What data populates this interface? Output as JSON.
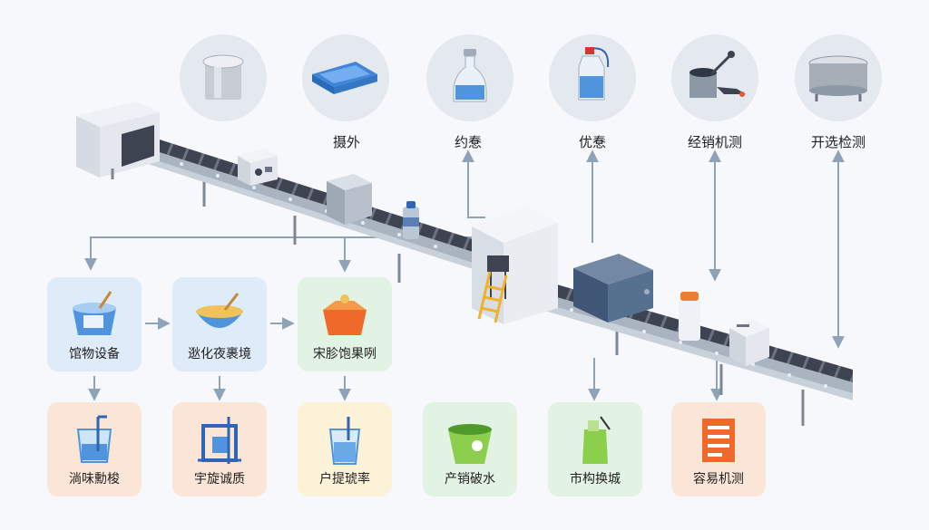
{
  "top_stations": [
    {
      "label": "摄外",
      "icon": "pot-icon"
    },
    {
      "label": "约惷",
      "icon": "tray-icon"
    },
    {
      "label": "优惷",
      "icon": "bottle-icon"
    },
    {
      "label": "经销机测",
      "icon": "jug-icon"
    },
    {
      "label": "开选检测",
      "icon": "stirring-vessel-icon"
    },
    {
      "label": "",
      "icon": "cooking-pot-icon"
    }
  ],
  "mid_cards": [
    {
      "label": "馆物设备",
      "icon": "mixing-bucket-icon"
    },
    {
      "label": "逖化夜裹境",
      "icon": "mixing-bowl-icon"
    },
    {
      "label": "宋胗饱果咧",
      "icon": "orange-container-icon"
    }
  ],
  "bottom_cards": [
    {
      "label": "淌味勳梭",
      "icon": "beaker-icon"
    },
    {
      "label": "宇旋诚质",
      "icon": "frame-icon"
    },
    {
      "label": "户提琥率",
      "icon": "cup-icon"
    },
    {
      "label": "产销破水",
      "icon": "green-bin-icon"
    },
    {
      "label": "市构换城",
      "icon": "green-bottle-icon"
    },
    {
      "label": "容易机测",
      "icon": "document-icon"
    }
  ],
  "colors": {
    "circle": "#e4e9f0",
    "card_blue": "#deebf8",
    "card_green": "#e2f2e3",
    "card_orange": "#fbe5d6",
    "card_yellow": "#fbf2d8",
    "arrow": "#8ea3b8",
    "belt": "#3d4350",
    "frame": "#a9b4c0"
  }
}
